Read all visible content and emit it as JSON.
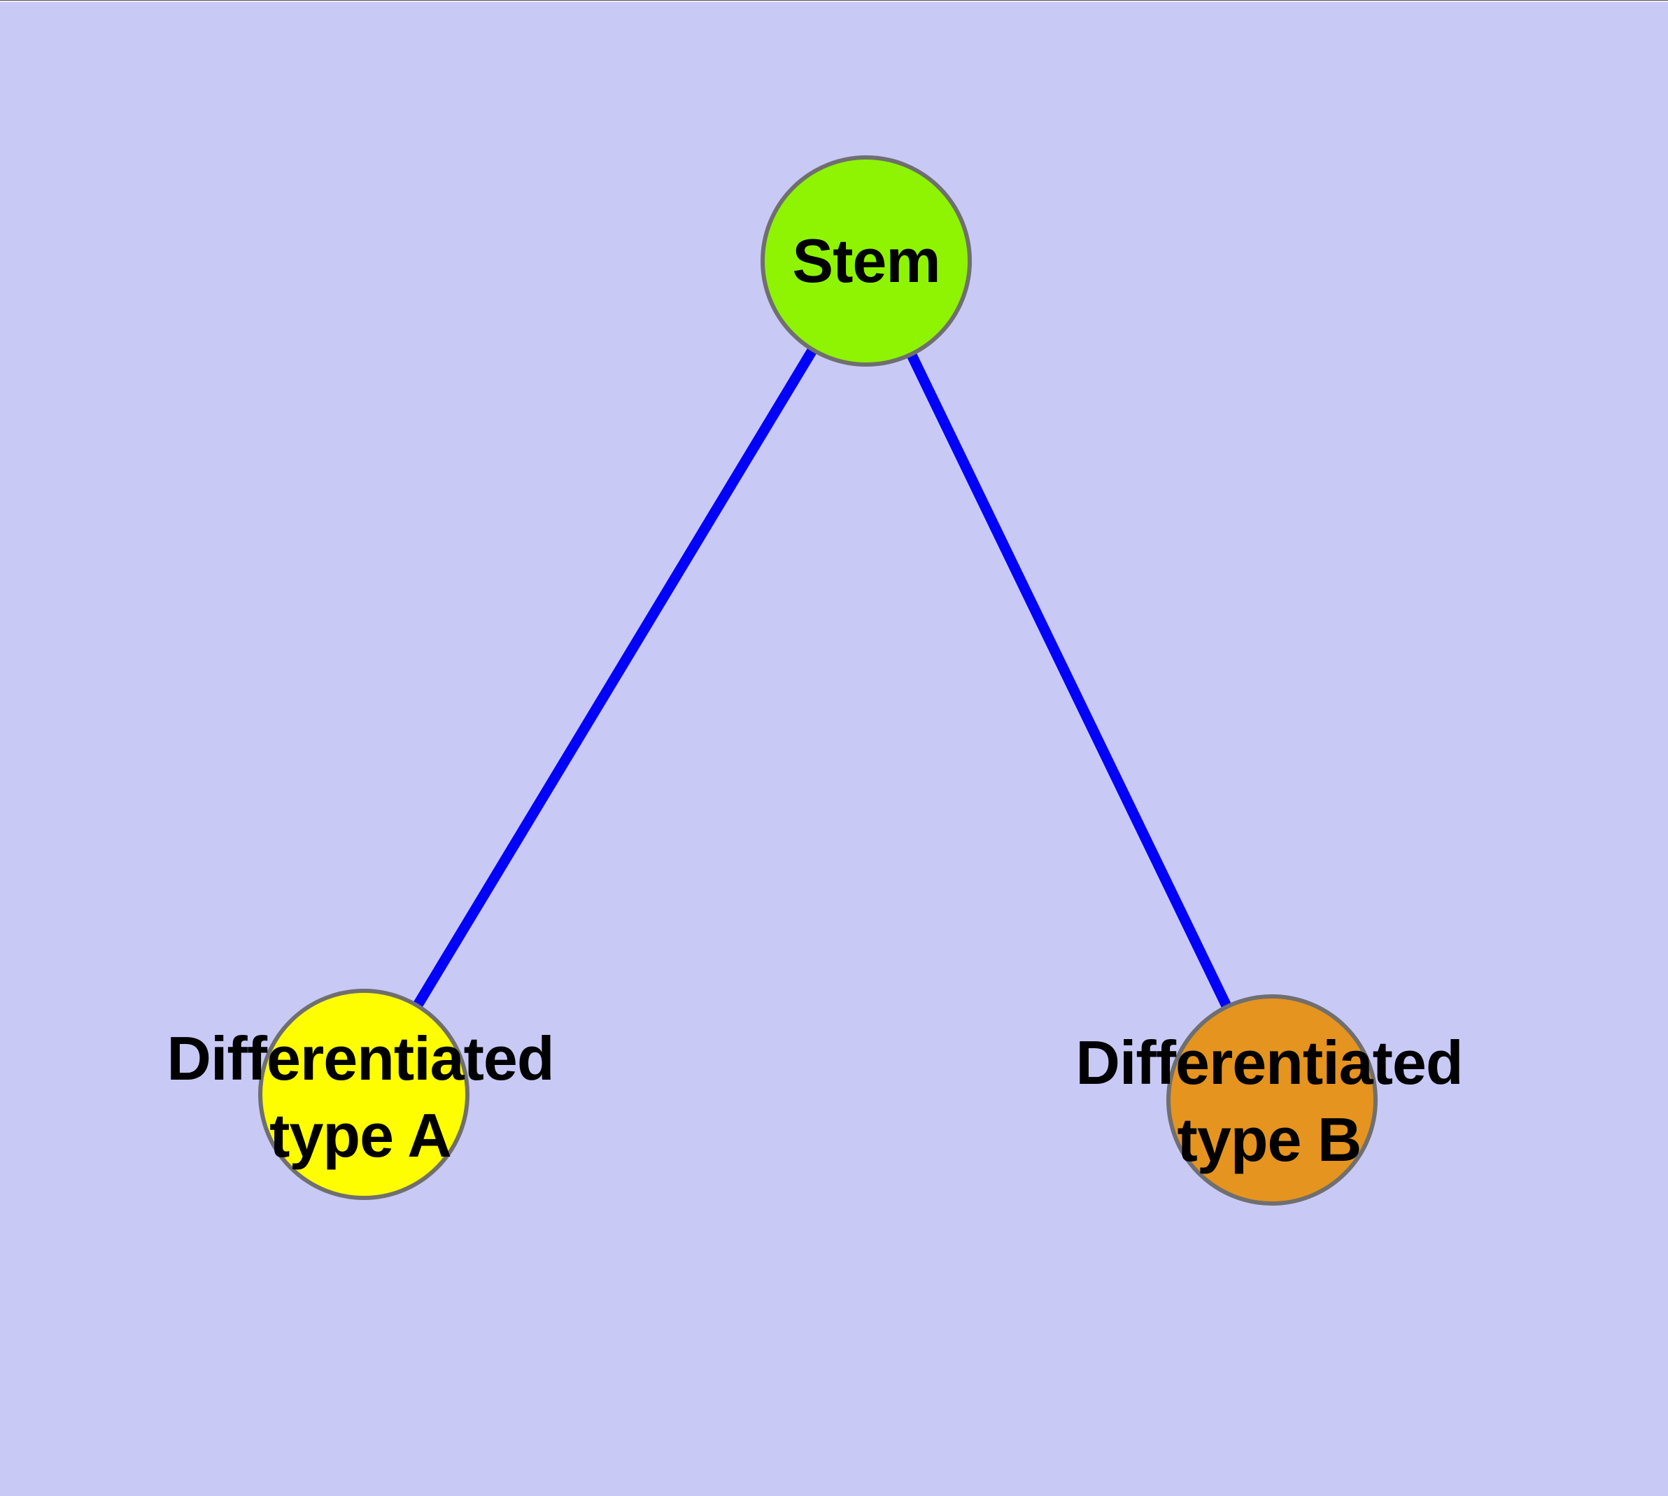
{
  "diagram": {
    "background_color": "#c9c9f6",
    "edge_color": "#0202fa",
    "node_border_color": "#6f6f6f",
    "text_color": "#000000",
    "nodes": [
      {
        "id": "stem",
        "label": "Stem",
        "fill": "#8ef402"
      },
      {
        "id": "differentiated-type-a",
        "label_line1": "Differentiated",
        "label_line2": "type A",
        "fill": "#fefe00"
      },
      {
        "id": "differentiated-type-b",
        "label_line1": "Differentiated",
        "label_line2": "type B",
        "fill": "#e5941f"
      }
    ],
    "edges": [
      {
        "from": "Stem",
        "to": "Differentiated type A"
      },
      {
        "from": "Stem",
        "to": "Differentiated type B"
      }
    ]
  }
}
